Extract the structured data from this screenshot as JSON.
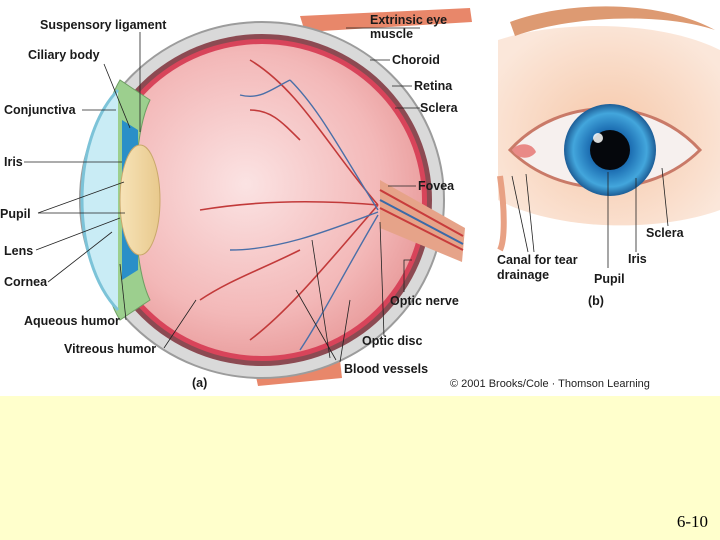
{
  "figure_a": {
    "panel_label": "(a)",
    "labels": {
      "suspensory_ligament": "Suspensory ligament",
      "ciliary_body": "Ciliary body",
      "conjunctiva": "Conjunctiva",
      "iris": "Iris",
      "pupil": "Pupil",
      "lens": "Lens",
      "cornea": "Cornea",
      "aqueous_humor": "Aqueous humor",
      "vitreous_humor": "Vitreous humor",
      "extrinsic_eye_muscle": "Extrinsic eye muscle",
      "choroid": "Choroid",
      "retina": "Retina",
      "sclera": "Sclera",
      "fovea": "Fovea",
      "optic_nerve": "Optic nerve",
      "optic_disc": "Optic disc",
      "blood_vessels": "Blood vessels"
    }
  },
  "figure_b": {
    "panel_label": "(b)",
    "labels": {
      "canal_line1": "Canal for tear",
      "canal_line2": "drainage",
      "pupil": "Pupil",
      "iris": "Iris",
      "sclera": "Sclera"
    }
  },
  "copyright": "© 2001 Brooks/Cole · Thomson Learning",
  "slide_number": "6-10"
}
